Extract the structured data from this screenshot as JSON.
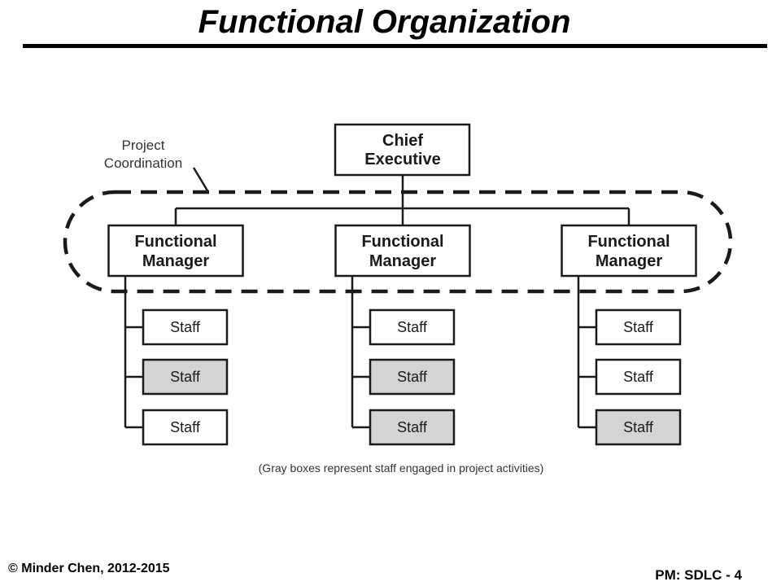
{
  "slide": {
    "title": "Functional Organization",
    "footer_left": "© Minder Chen, 2012-2015",
    "footer_right": "PM: SDLC - 4"
  },
  "diagram": {
    "executive": {
      "line1": "Chief",
      "line2": "Executive"
    },
    "callout": {
      "line1": "Project",
      "line2": "Coordination"
    },
    "managers": [
      {
        "line1": "Functional",
        "line2": "Manager",
        "staff": [
          {
            "label": "Staff",
            "project": false
          },
          {
            "label": "Staff",
            "project": true
          },
          {
            "label": "Staff",
            "project": false
          }
        ]
      },
      {
        "line1": "Functional",
        "line2": "Manager",
        "staff": [
          {
            "label": "Staff",
            "project": false
          },
          {
            "label": "Staff",
            "project": true
          },
          {
            "label": "Staff",
            "project": true
          }
        ]
      },
      {
        "line1": "Functional",
        "line2": "Manager",
        "staff": [
          {
            "label": "Staff",
            "project": false
          },
          {
            "label": "Staff",
            "project": false
          },
          {
            "label": "Staff",
            "project": true
          }
        ]
      }
    ],
    "caption": "(Gray boxes represent staff engaged in project activities)",
    "colors": {
      "project_staff_fill": "#d4d4d4",
      "normal_fill": "#ffffff",
      "line": "#1a1a1a"
    }
  }
}
